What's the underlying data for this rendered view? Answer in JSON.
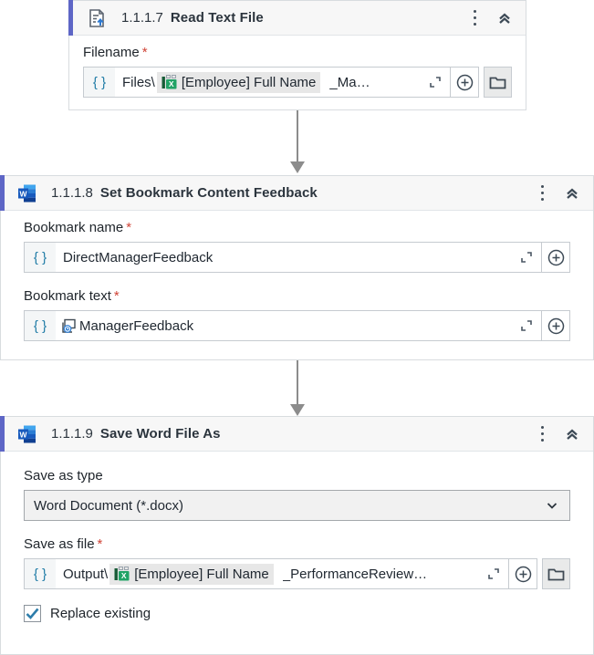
{
  "icons": {
    "braces": "{ }"
  },
  "card1": {
    "number": "1.1.1.7",
    "title": "Read Text File",
    "filename": {
      "label": "Filename",
      "required": "*",
      "prefix": "Files\\",
      "token": "[Employee] Full Name",
      "suffix": "_Ma…"
    }
  },
  "card2": {
    "number": "1.1.1.8",
    "title": "Set Bookmark Content Feedback",
    "bookmark_name": {
      "label": "Bookmark name",
      "required": "*",
      "value": "DirectManagerFeedback"
    },
    "bookmark_text": {
      "label": "Bookmark text",
      "required": "*",
      "value": "ManagerFeedback"
    }
  },
  "card3": {
    "number": "1.1.1.9",
    "title": "Save Word File As",
    "save_as_type": {
      "label": "Save as type",
      "value": "Word Document (*.docx)"
    },
    "save_as_file": {
      "label": "Save as file",
      "required": "*",
      "prefix": "Output\\",
      "token": "[Employee] Full Name",
      "suffix": "_PerformanceReview…"
    },
    "replace_existing": {
      "label": "Replace existing",
      "checked": true
    }
  },
  "colors": {
    "accent": "#5e66c6",
    "required": "#d04437",
    "braces": "#1f7ba6",
    "arrow": "#8c8c8c",
    "excel_green": "#21a366",
    "word_blue": "#185abd"
  }
}
